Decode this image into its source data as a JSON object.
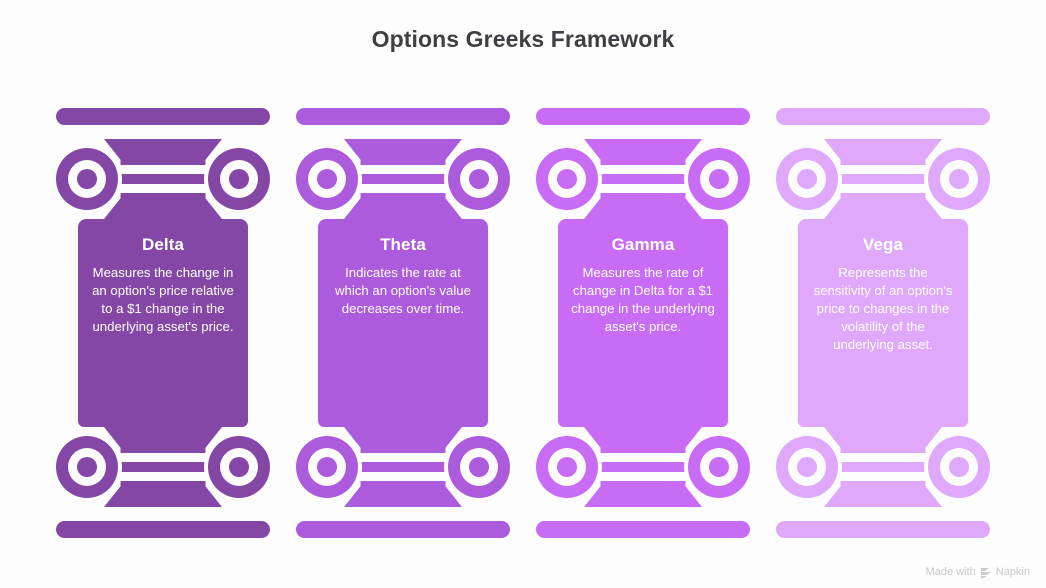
{
  "page": {
    "title": "Options Greeks Framework",
    "background_color": "#fdfdfd",
    "title_color": "#3f3f46"
  },
  "columns": [
    {
      "name": "Delta",
      "description": "Measures the change in an option's price relative to a $1 change in the underlying asset's price.",
      "color": "#8447A6"
    },
    {
      "name": "Theta",
      "description": "Indicates the rate at which an option's value decreases over time.",
      "color": "#AC5BDC"
    },
    {
      "name": "Gamma",
      "description": "Measures the rate of change in Delta for a $1 change in the underlying asset's price.",
      "color": "#C86BF5"
    },
    {
      "name": "Vega",
      "description": "Represents the sensitivity of an option's price to changes in the volatility of the underlying asset.",
      "color": "#DFA8FB"
    }
  ],
  "watermark": {
    "prefix": "Made with",
    "brand": "Napkin"
  }
}
